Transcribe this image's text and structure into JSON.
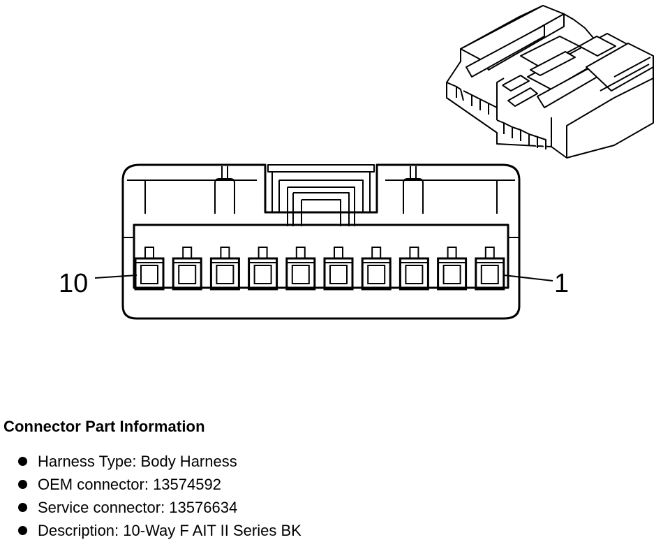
{
  "diagram": {
    "pin_label_left": "10",
    "pin_label_right": "1",
    "cavity_count": 10
  },
  "info": {
    "heading": "Connector Part Information",
    "items": [
      "Harness Type: Body Harness",
      "OEM connector: 13574592",
      "Service connector: 13576634",
      "Description: 10-Way F AIT II Series BK"
    ]
  },
  "colors": {
    "line": "#000000",
    "background": "#ffffff"
  }
}
